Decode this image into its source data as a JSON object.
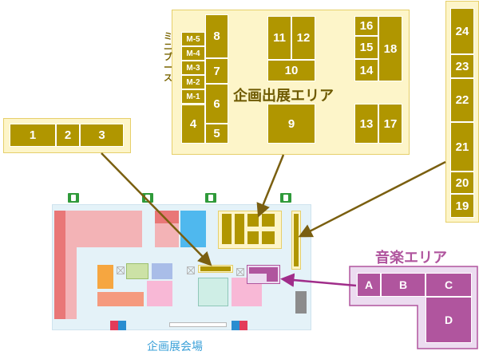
{
  "exhibition_area": {
    "title": "企画出展エリア",
    "mini_side_label": "ミニブース",
    "booths": {
      "m5": "M-5",
      "m4": "M-4",
      "m3": "M-3",
      "m2": "M-2",
      "m1": "M-1",
      "b4": "4",
      "b5": "5",
      "b6": "6",
      "b7": "7",
      "b8": "8",
      "b9": "9",
      "b10": "10",
      "b11": "11",
      "b12": "12",
      "b13": "13",
      "b14": "14",
      "b15": "15",
      "b16": "16",
      "b17": "17",
      "b18": "18"
    }
  },
  "left_strip": {
    "booths": {
      "b1": "1",
      "b2": "2",
      "b3": "3"
    }
  },
  "right_strip": {
    "booths": {
      "b19": "19",
      "b20": "20",
      "b21": "21",
      "b22": "22",
      "b23": "23",
      "b24": "24"
    }
  },
  "music_area": {
    "title": "音楽エリア",
    "booths": {
      "a": "A",
      "b": "B",
      "c": "C",
      "d": "D"
    }
  },
  "venue": {
    "label": "企画展会場"
  },
  "colors": {
    "booth_gold": "#b09600",
    "panel_bg": "#fdf5c9",
    "music_purple": "#b0559e",
    "music_bg": "#ecdcf0",
    "venue_bg": "#e4f2f8",
    "exit_green": "#2f9a3a",
    "arrow_brown": "#7a5f10"
  }
}
